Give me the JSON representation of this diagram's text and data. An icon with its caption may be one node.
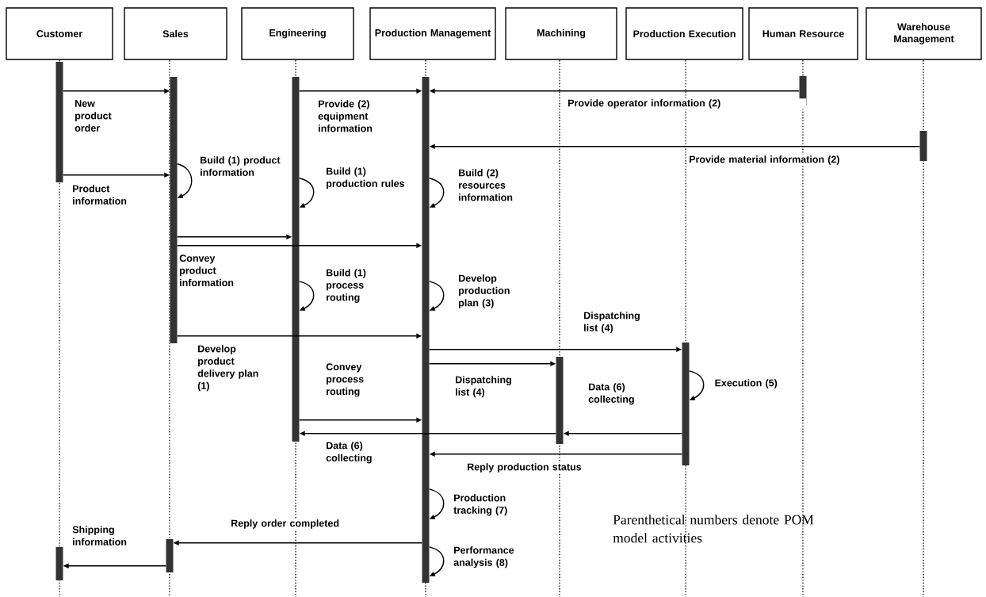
{
  "diagram": {
    "nodes": [
      {
        "text": [
          "Customer"
        ]
      },
      {
        "text": [
          "Sales"
        ]
      },
      {
        "text": [
          "Engineering"
        ]
      },
      {
        "text": [
          "Production Management"
        ]
      },
      {
        "text": [
          "Machining"
        ]
      },
      {
        "text": [
          "Production Execution"
        ]
      },
      {
        "text": [
          "Human Resource"
        ]
      },
      {
        "text": [
          "Warehouse Management"
        ]
      },
      {
        "text": [],
        "shape": "bar"
      },
      {
        "text": [],
        "shape": "bar"
      },
      {
        "text": [],
        "shape": "bar"
      },
      {
        "text": [],
        "shape": "bar"
      },
      {
        "text": [],
        "shape": "bar"
      },
      {
        "text": [],
        "shape": "bar"
      },
      {
        "text": [],
        "shape": "bar"
      },
      {
        "text": [],
        "shape": "bar"
      },
      {
        "text": [],
        "shape": "bar"
      },
      {
        "text": [],
        "shape": "bar"
      }
    ],
    "edges": [
      {
        "from": 8,
        "to": 9,
        "arrow": "to",
        "label": "New product order"
      },
      {
        "from": 8,
        "to": 9,
        "arrow": "to",
        "label": "Product information"
      },
      {
        "from": 10,
        "to": 11,
        "arrow": "to",
        "label": "Provide (2) equipment information"
      },
      {
        "from": 12,
        "to": 11,
        "arrow": "to",
        "label": "Provide operator information (2)"
      },
      {
        "from": 13,
        "to": 11,
        "arrow": "to",
        "label": "Provide material information (2)"
      },
      {
        "from": 9,
        "to": 9,
        "arrow": "to",
        "label": "Build (1) product information"
      },
      {
        "from": 10,
        "to": 10,
        "arrow": "to",
        "label": "Build (1) production rules"
      },
      {
        "from": 11,
        "to": 11,
        "arrow": "to",
        "label": "Build (2) resources information"
      },
      {
        "from": 9,
        "to": 10,
        "arrow": "to"
      },
      {
        "from": 9,
        "to": 11,
        "arrow": "to",
        "label": "Convey product information"
      },
      {
        "from": 10,
        "to": 10,
        "arrow": "to",
        "label": "Build (1) process routing"
      },
      {
        "from": 11,
        "to": 11,
        "arrow": "to",
        "label": "Develop production plan (3)"
      },
      {
        "from": 9,
        "to": 11,
        "arrow": "to",
        "label": "Develop product delivery plan (1)"
      },
      {
        "from": 11,
        "to": 14,
        "arrow": "to",
        "label": "Dispatching list (4)"
      },
      {
        "from": 11,
        "to": 15,
        "arrow": "to",
        "label": "Dispatching list (4)"
      },
      {
        "from": 14,
        "to": 14,
        "arrow": "to",
        "label": "Execution (5)"
      },
      {
        "from": 10,
        "to": 11,
        "arrow": "to",
        "label": "Convey process routing"
      },
      {
        "from": 14,
        "to": 15,
        "arrow": "to",
        "label": "Data (6) collecting"
      },
      {
        "from": 15,
        "to": 10,
        "arrow": "to",
        "label": "Data (6) collecting"
      },
      {
        "from": 14,
        "to": 11,
        "arrow": "to",
        "label": "Reply production status"
      },
      {
        "from": 11,
        "to": 11,
        "arrow": "to",
        "label": "Production tracking (7)"
      },
      {
        "from": 11,
        "to": 16,
        "arrow": "to",
        "label": "Reply order completed"
      },
      {
        "from": 16,
        "to": 17,
        "arrow": "to",
        "label": "Shipping information"
      },
      {
        "from": 11,
        "to": 11,
        "arrow": "to",
        "label": "Performance analysis (8)"
      }
    ],
    "labels": [
      "Parenthetical numbers denote POM model activities"
    ]
  }
}
